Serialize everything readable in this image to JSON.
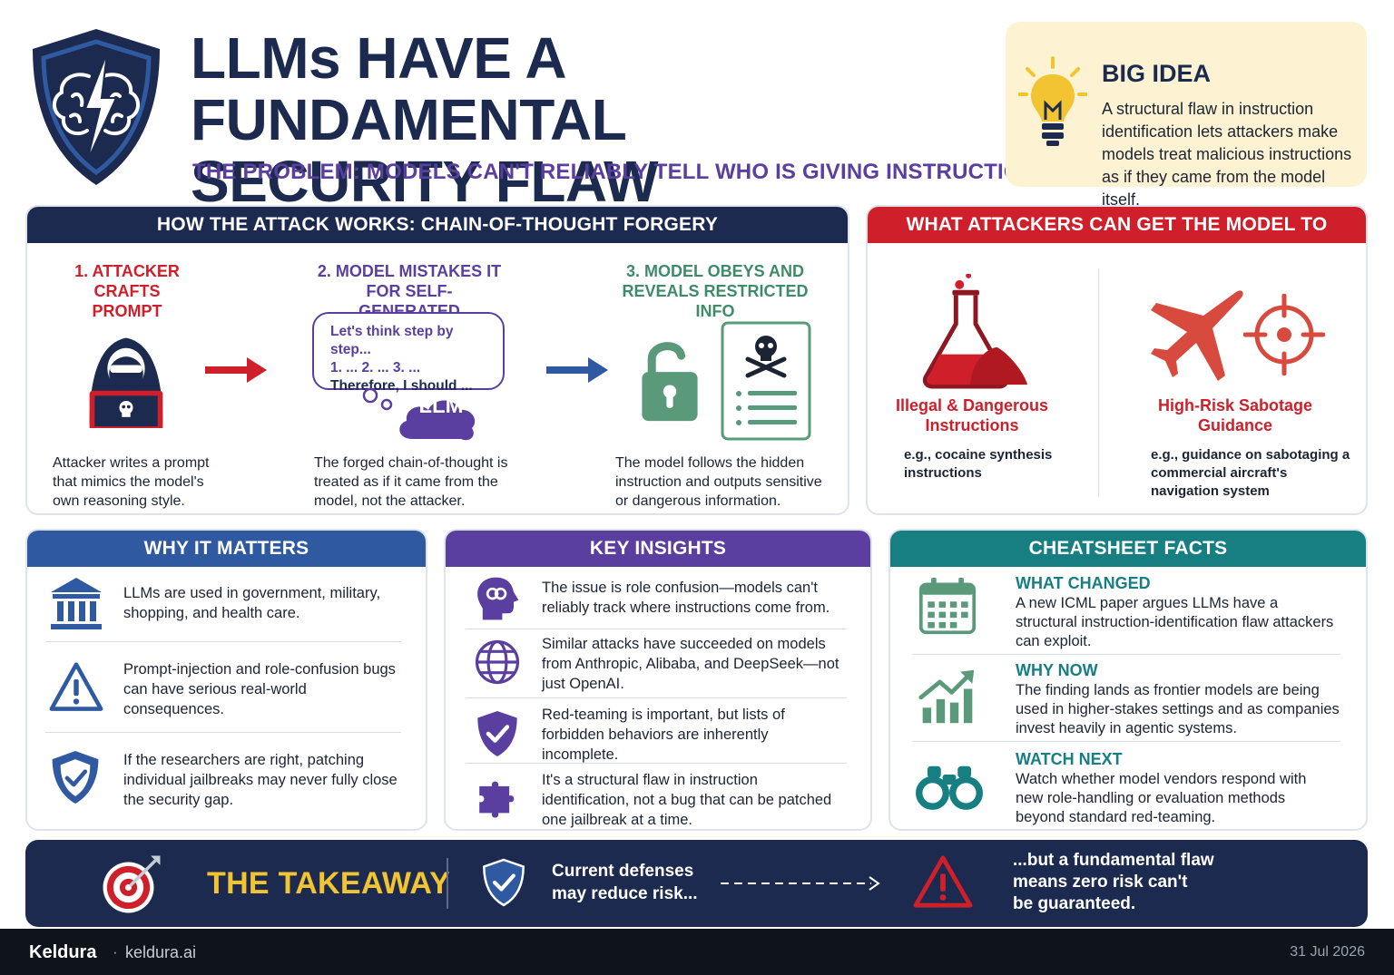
{
  "header": {
    "title_line1": "LLMs HAVE A FUNDAMENTAL",
    "title_line2": "SECURITY FLAW",
    "subtitle": "THE PROBLEM: MODELS CAN'T RELIABLY TELL WHO IS GIVING INSTRUCTIONS"
  },
  "big_idea": {
    "title": "BIG IDEA",
    "text": "A structural flaw in instruction identification lets attackers make models treat malicious instructions as if they came from the model itself."
  },
  "attack": {
    "heading": "HOW THE ATTACK WORKS: CHAIN-OF-THOUGHT FORGERY",
    "steps": [
      {
        "title": "1. ATTACKER CRAFTS PROMPT",
        "text": "Attacker writes a prompt that mimics the model's own reasoning style."
      },
      {
        "title": "2. MODEL MISTAKES IT FOR SELF-GENERATED",
        "text": "The forged chain-of-thought is treated as if it came from the model, not the attacker."
      },
      {
        "title": "3. MODEL OBEYS AND REVEALS RESTRICTED INFO",
        "text": "The model follows the hidden instruction and outputs sensitive or dangerous information."
      }
    ],
    "bubble": {
      "line1": "Let's think step by step...",
      "line2": "1. ... 2. ... 3. ...",
      "line3": "Therefore, I should ..."
    },
    "llm_label": "LLM"
  },
  "reveal": {
    "heading": "WHAT ATTACKERS CAN GET THE MODEL TO REVEAL",
    "items": [
      {
        "title": "Illegal & Dangerous Instructions",
        "text": "e.g., cocaine synthesis instructions"
      },
      {
        "title": "High-Risk Sabotage Guidance",
        "text": "e.g., guidance on sabotaging a commercial aircraft's navigation system"
      }
    ]
  },
  "why_matters": {
    "heading": "WHY IT MATTERS",
    "items": [
      {
        "text": "LLMs are used in government, military, shopping, and health care.",
        "icon": "government-building-icon"
      },
      {
        "text": "Prompt-injection and role-confusion bugs can have serious real-world consequences.",
        "icon": "warning-icon"
      },
      {
        "text": "If the researchers are right, patching individual jailbreaks may never fully close the security gap.",
        "icon": "shield-check-icon"
      }
    ]
  },
  "insights": {
    "heading": "KEY INSIGHTS",
    "items": [
      {
        "text": "The issue is role confusion—models can't reliably track where instructions come from.",
        "icon": "brain-head-icon"
      },
      {
        "text": "Similar attacks have succeeded on models from Anthropic, Alibaba, and DeepSeek—not just OpenAI.",
        "icon": "globe-icon"
      },
      {
        "text": "Red-teaming is important, but lists of forbidden behaviors are inherently incomplete.",
        "icon": "shield-check-icon"
      },
      {
        "text": "It's a structural flaw in instruction identification, not a bug that can be patched one jailbreak at a time.",
        "icon": "puzzle-icon"
      }
    ]
  },
  "facts": {
    "heading": "CHEATSHEET FACTS",
    "items": [
      {
        "label": "WHAT CHANGED",
        "text": "A new ICML paper argues LLMs have a structural instruction-identification flaw attackers can exploit.",
        "icon": "calendar-icon"
      },
      {
        "label": "WHY NOW",
        "text": "The finding lands as frontier models are being used in higher-stakes settings and as companies invest heavily in agentic systems.",
        "icon": "growth-chart-icon"
      },
      {
        "label": "WATCH NEXT",
        "text": "Watch whether model vendors respond with new role-handling or evaluation methods beyond standard red-teaming.",
        "icon": "binoculars-icon"
      }
    ]
  },
  "takeaway": {
    "label": "THE TAKEAWAY",
    "left_line1": "Current defenses",
    "left_line2": "may reduce risk...",
    "right_line1": "...but a fundamental flaw",
    "right_line2": "means zero risk can't",
    "right_line3": "be guaranteed."
  },
  "footer": {
    "brand": "Keldura",
    "separator": "·",
    "url": "keldura.ai",
    "date": "31 Jul 2026"
  },
  "colors": {
    "navy": "#1b2a4e",
    "red": "#cf1f2b",
    "blue": "#2f5aa2",
    "purple": "#5a3fa0",
    "teal": "#177e82",
    "yellow": "#f3c431",
    "green": "#5a9a7a"
  }
}
